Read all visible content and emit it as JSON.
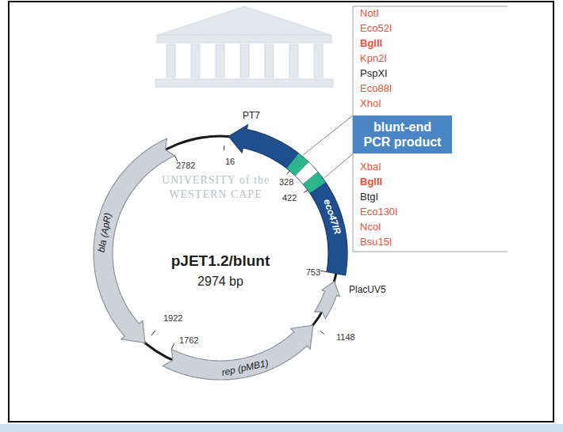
{
  "diagram": {
    "nodes": [
      {
        "text": [
          "bla (ApR)"
        ]
      },
      {
        "text": [
          "rep (pMB1)"
        ]
      },
      {
        "text": [
          "eco47IR"
        ]
      },
      {
        "text": [
          "blunt-end PCR product"
        ]
      }
    ],
    "labels": [
      "NotI",
      "Eco52I",
      "BglII",
      "Kpn2I",
      "PspXI",
      "Eco88I",
      "XhoI",
      "XbaI",
      "BglII",
      "BtgI",
      "Eco130I",
      "NcoI",
      "Bsu15I",
      "UNIVERSITY of the",
      "WESTERN CAPE",
      "PT7",
      "16",
      "2782",
      "328",
      "422",
      "753",
      "PlacUV5",
      "1148",
      "1762",
      "1922",
      "pJET1.2/blunt",
      "2974 bp"
    ]
  }
}
